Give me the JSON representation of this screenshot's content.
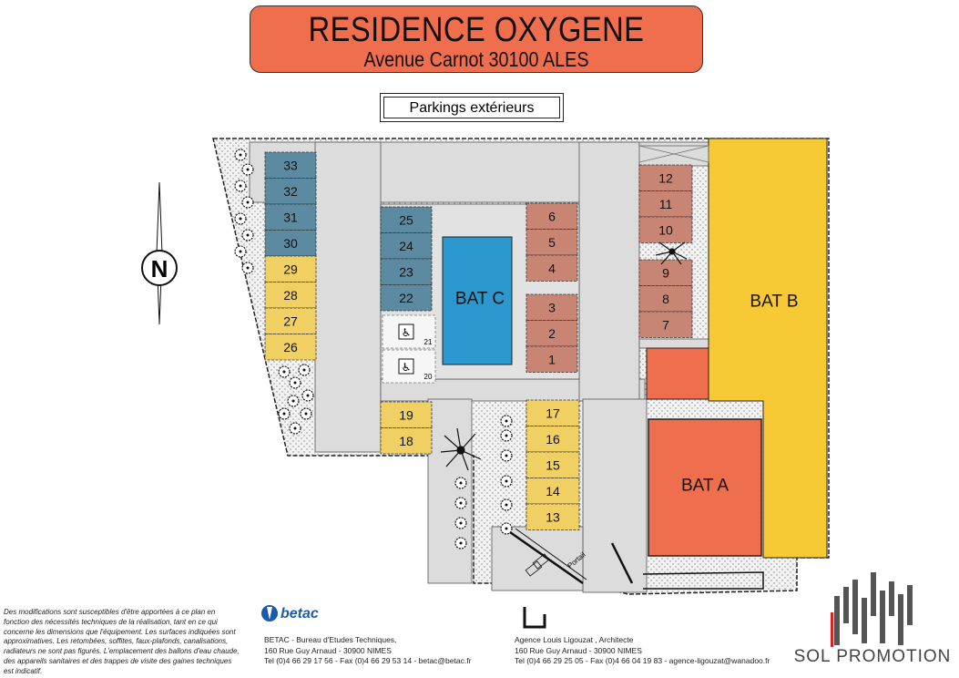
{
  "header": {
    "title": "RESIDENCE OXYGENE",
    "address": "Avenue Carnot 30100 ALES",
    "section_label": "Parkings extérieurs"
  },
  "compass": {
    "label": "N"
  },
  "buildings": {
    "bat_a": "BAT A",
    "bat_b": "BAT B",
    "bat_c": "BAT C"
  },
  "parking": {
    "legend_colors": {
      "blue": "#5b8aa1",
      "yellow": "#f0cf63",
      "brown": "#c98574",
      "handicap": "#ffffff"
    },
    "slots_blue": [
      "33",
      "32",
      "31",
      "30",
      "25",
      "24",
      "23",
      "22"
    ],
    "slots_yellow": [
      "29",
      "28",
      "27",
      "26",
      "19",
      "18",
      "17",
      "16",
      "15",
      "14",
      "13"
    ],
    "slots_brown": [
      "6",
      "5",
      "4",
      "3",
      "2",
      "1",
      "12",
      "11",
      "10",
      "9",
      "8",
      "7"
    ],
    "handicap_numbers": [
      "21",
      "20"
    ]
  },
  "labels": {
    "gate": "Portail"
  },
  "colors": {
    "bat_a": "#ee6e4e",
    "bat_b": "#f6c935",
    "bat_c": "#2c98d0",
    "road": "#dcdcdc",
    "title_bg": "#ee6e4e"
  },
  "footer": {
    "disclaimer": "Des modifications sont susceptibles d'être apportées à ce plan en fonction des nécessités techniques de la réalisation, tant en ce qui concerne les dimensions que l'équipement. Les surfaces indiquées sont approximatives. Les retombées, soffites, faux-plafonds, canalisations, radiateurs ne sont pas figurés. L'emplacement des ballons d'eau chaude, des appareils sanitaires et des trappes de visite des gaines techniques est indicatif.",
    "betac": {
      "logo_text": "betac",
      "line1": "BETAC - Bureau d'Etudes Techniques,",
      "line2": "160 Rue Guy Arnaud - 30900 NIMES",
      "line3": "Tel (0)4 66 29 17 56 - Fax (0)4 66 29 53 14 - betac@betac.fr"
    },
    "architect": {
      "line1": "Agence Louis Ligouzat , Architecte",
      "line2": "160 Rue Guy Arnaud - 30900 NIMES",
      "line3": "Tel (0)4 66 29 25 05 - Fax (0)4 66 04 19 83 - agence-ligouzat@wanadoo.fr"
    },
    "promoter": "SOL PROMOTION"
  }
}
